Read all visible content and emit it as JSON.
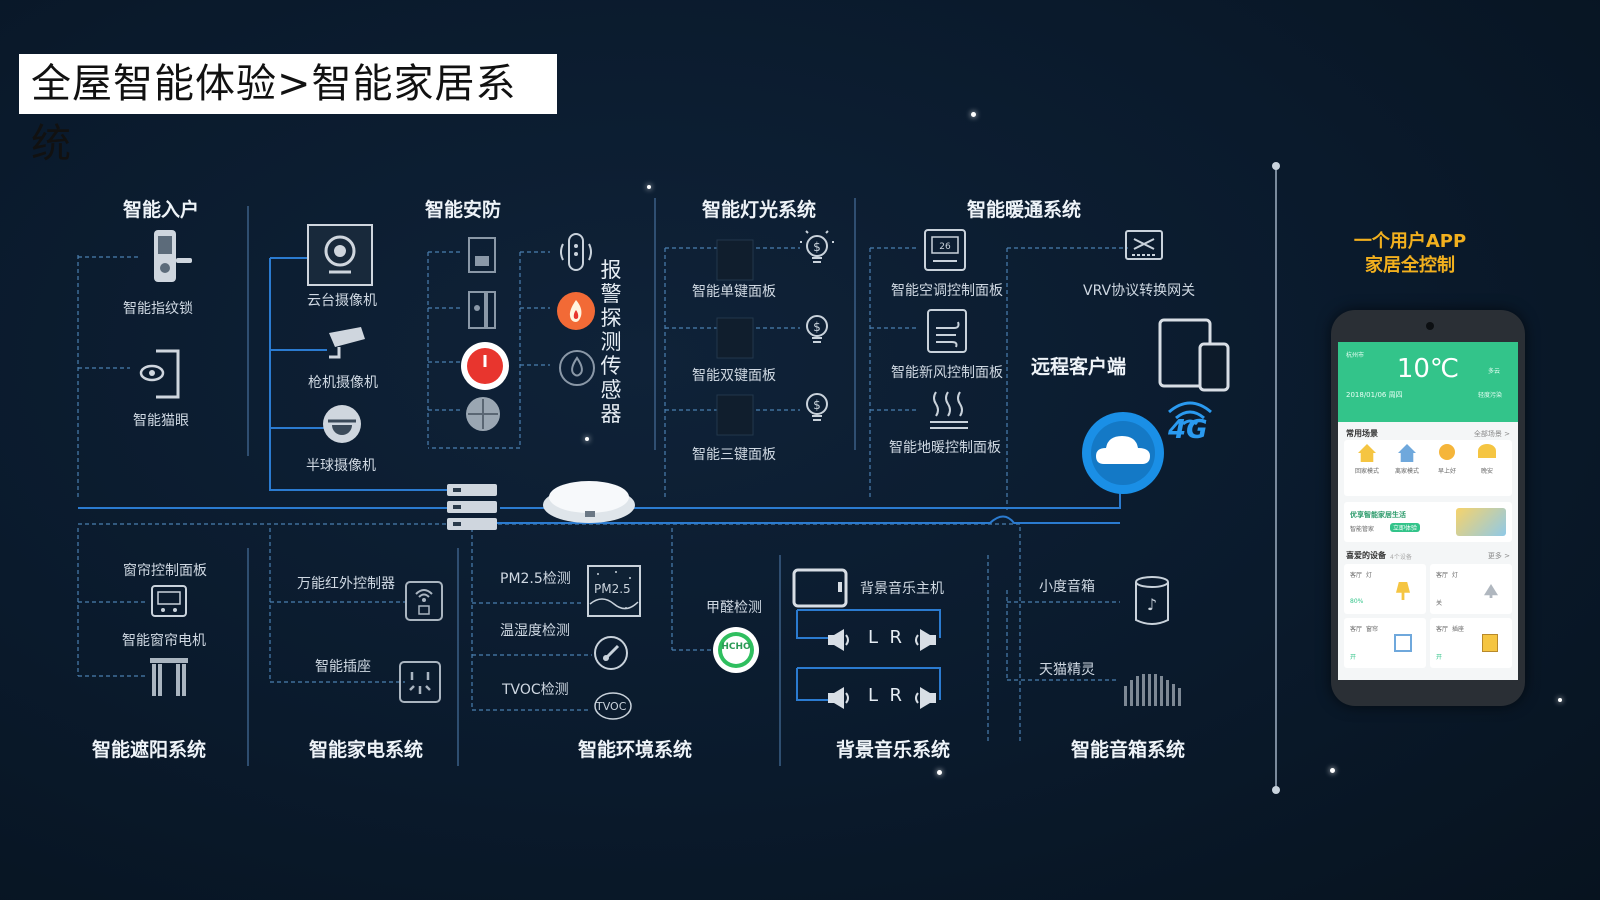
{
  "title": "全屋智能体验>智能家居系统",
  "sections": {
    "entry": "智能入户",
    "security": "智能安防",
    "lighting": "智能灯光系统",
    "hvac": "智能暖通系统",
    "shading": "智能遮阳系统",
    "appliance": "智能家电系统",
    "environment": "智能环境系统",
    "music": "背景音乐系统",
    "speaker": "智能音箱系统"
  },
  "labels": {
    "fingerprint_lock": "智能指纹锁",
    "peephole": "智能猫眼",
    "ptz_camera": "云台摄像机",
    "bullet_camera": "枪机摄像机",
    "dome_camera": "半球摄像机",
    "alarm_sensor": "报警探测传感器",
    "single_panel": "智能单键面板",
    "double_panel": "智能双键面板",
    "triple_panel": "智能三键面板",
    "ac_panel": "智能空调控制面板",
    "fresh_air_panel": "智能新风控制面板",
    "floor_heat_panel": "智能地暖控制面板",
    "vrv_gateway": "VRV协议转换网关",
    "remote_client": "远程客户端",
    "network_4g": "4G",
    "curtain_panel": "窗帘控制面板",
    "curtain_motor": "智能窗帘电机",
    "ir_controller": "万能红外控制器",
    "smart_socket": "智能插座",
    "pm25": "PM2.5检测",
    "temp_humidity": "温湿度检测",
    "tvoc": "TVOC检测",
    "formaldehyde": "甲醛检测",
    "hcho": "HCHO",
    "pm25_icon_text": "PM2.5",
    "tvoc_icon_text": "TVOC",
    "music_host": "背景音乐主机",
    "lr": "L  R",
    "xiaodu": "小度音箱",
    "tmall": "天猫精灵",
    "app_line1": "一个用户APP",
    "app_line2": "家居全控制"
  },
  "phone": {
    "location": "杭州市",
    "temperature": "10℃",
    "date": "2018/01/06 周四",
    "air": "轻度污染",
    "weather": "多云",
    "scenes_title": "常用场景",
    "scenes_more": "全部场景 >",
    "scenes": [
      "回家模式",
      "离家模式",
      "早上好",
      "晚安"
    ],
    "promo_title": "优享智能家居生活",
    "promo_sub": "智能管家",
    "promo_badge": "立即体验",
    "devices_title": "喜爱的设备",
    "devices_count": "4个设备",
    "devices_more": "更多 >",
    "devices": [
      {
        "room": "客厅",
        "name": "灯",
        "state": "80%"
      },
      {
        "room": "客厅",
        "name": "灯",
        "state": "关"
      },
      {
        "room": "客厅",
        "name": "窗帘",
        "state": "开"
      },
      {
        "room": "客厅",
        "name": "插座",
        "state": "开"
      }
    ]
  },
  "colors": {
    "background": "#0a1a2c",
    "line": "#4a90c8",
    "accent_orange": "#f2b01e",
    "cloud_blue": "#1a8fe6",
    "alarm_red": "#e8352e",
    "app_green": "#33c48a"
  }
}
